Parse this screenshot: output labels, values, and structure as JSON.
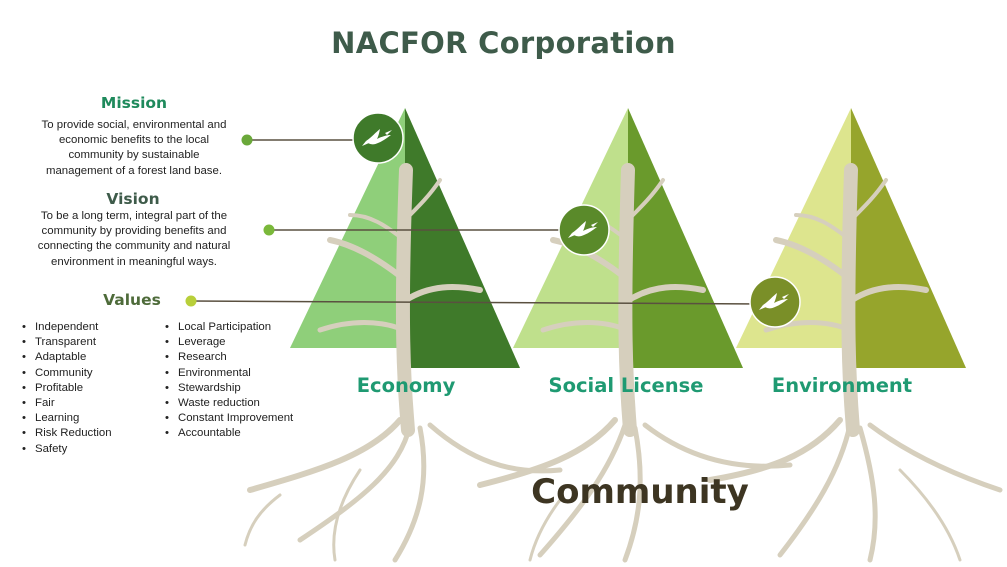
{
  "title": "NACFOR Corporation",
  "mission": {
    "heading": "Mission",
    "lines": [
      "To provide social, environmental and",
      "economic benefits to the local",
      "community by sustainable",
      "management of a forest land base."
    ]
  },
  "vision": {
    "heading": "Vision",
    "lines": [
      "To be a long term, integral part of the",
      "community by providing benefits and",
      "connecting the community and natural",
      "environment in meaningful ways."
    ]
  },
  "values": {
    "heading": "Values",
    "column_1": [
      "Independent",
      "Transparent",
      "Adaptable",
      "Community",
      "Profitable",
      "Fair",
      "Learning",
      "Risk Reduction",
      "Safety"
    ],
    "column_2": [
      "Local Participation",
      "Leverage",
      "Research",
      "Environmental",
      "Stewardship",
      "Waste reduction",
      "Constant Improvement",
      "Accountable"
    ]
  },
  "pillars": [
    {
      "label": "Economy",
      "light_color": "#8fcf7a",
      "dark_color": "#3f7a2a"
    },
    {
      "label": "Social License",
      "light_color": "#bfe08c",
      "dark_color": "#6a9a2c"
    },
    {
      "label": "Environment",
      "light_color": "#dde58e",
      "dark_color": "#96a52c"
    }
  ],
  "foundation": "Community",
  "icons": {
    "bird": "hummingbird-icon"
  },
  "colors": {
    "title": "#3e5b4a",
    "mission_heading": "#1f8a5c",
    "vision_heading": "#3e5b4a",
    "values_heading": "#4e6b3a",
    "pillar_label": "#1f9a72",
    "root": "#d6cfbd",
    "connector": "#5a5040"
  }
}
